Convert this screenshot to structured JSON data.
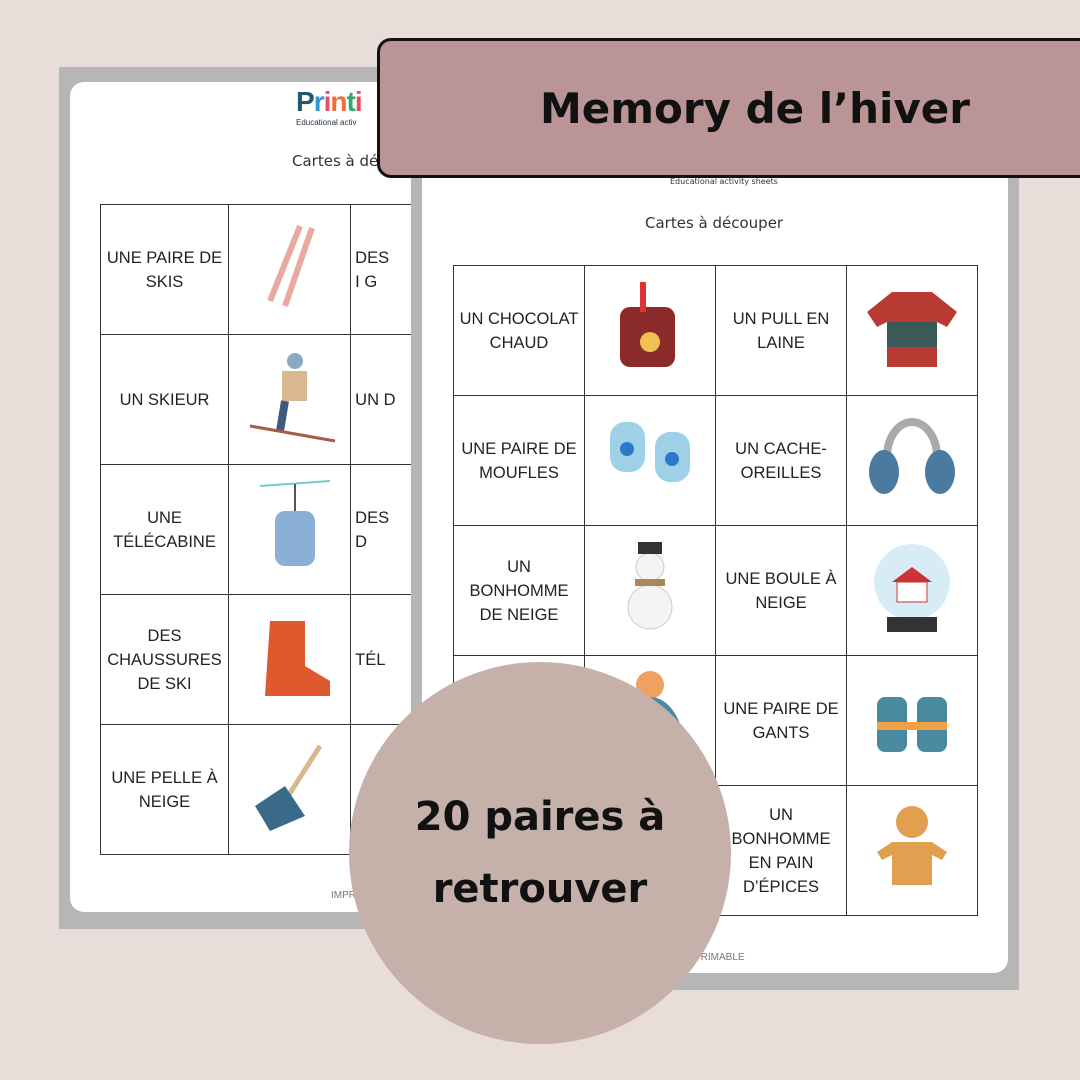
{
  "title": "Memory de l’hiver",
  "badge": {
    "line1": "20 paires à",
    "line2": "retrouver"
  },
  "back_sheet": {
    "logo": "Printi",
    "tagline": "Educational activ",
    "subtitle": "Cartes à dé",
    "footer": "IMPR",
    "rows": [
      {
        "label": "UNE PAIRE DE SKIS",
        "icon": "skis-icon",
        "partial": "DES I G"
      },
      {
        "label": "UN SKIEUR",
        "icon": "skier-icon",
        "partial": "UN D"
      },
      {
        "label": "UNE TÉLÉCABINE",
        "icon": "gondola-icon",
        "partial": "DES D"
      },
      {
        "label": "DES CHAUSSURES DE SKI",
        "icon": "ski-boot-icon",
        "partial": "TÉL"
      },
      {
        "label": "UNE PELLE À NEIGE",
        "icon": "snow-shovel-icon",
        "partial": ""
      }
    ]
  },
  "front_sheet": {
    "tagline": "Educational activity sheets",
    "subtitle": "Cartes à découper",
    "footer": "PRIMABLE",
    "rows": [
      [
        {
          "label": "UN CHOCOLAT CHAUD",
          "icon": "hot-chocolate-icon"
        },
        {
          "label": "UN PULL EN LAINE",
          "icon": "sweater-icon"
        }
      ],
      [
        {
          "label": "UNE PAIRE DE MOUFLES",
          "icon": "mittens-icon"
        },
        {
          "label": "UN CACHE-OREILLES",
          "icon": "earmuffs-icon"
        }
      ],
      [
        {
          "label": "UN BONHOMME DE NEIGE",
          "icon": "snowman-icon"
        },
        {
          "label": "UNE BOULE À NEIGE",
          "icon": "snow-globe-icon"
        }
      ],
      [
        {
          "label": "",
          "icon": "beanie-icon"
        },
        {
          "label": "UNE PAIRE DE GANTS",
          "icon": "gloves-icon"
        }
      ],
      [
        {
          "label": "",
          "icon": ""
        },
        {
          "label": "UN BONHOMME EN PAIN D’ÉPICES",
          "icon": "gingerbread-icon"
        }
      ]
    ]
  },
  "colors": {
    "background": "#e9ddd9",
    "banner": "#bb9596",
    "badge": "#c5b1aa"
  }
}
